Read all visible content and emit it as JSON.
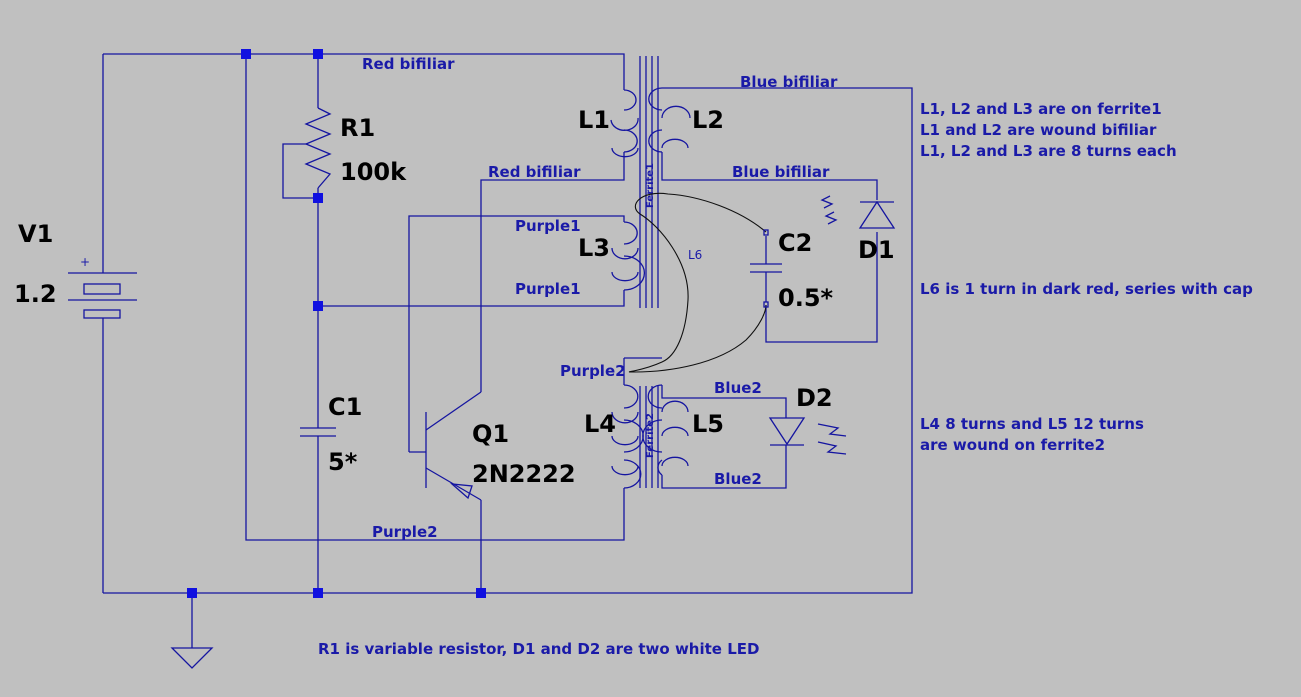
{
  "components": {
    "v1": {
      "ref": "V1",
      "value": "1.2",
      "plus": "+"
    },
    "r1": {
      "ref": "R1",
      "value": "100k"
    },
    "c1": {
      "ref": "C1",
      "value": "5*"
    },
    "c2": {
      "ref": "C2",
      "value": "0.5*"
    },
    "q1": {
      "ref": "Q1",
      "value": "2N2222"
    },
    "l1": {
      "ref": "L1"
    },
    "l2": {
      "ref": "L2"
    },
    "l3": {
      "ref": "L3"
    },
    "l4": {
      "ref": "L4"
    },
    "l5": {
      "ref": "L5"
    },
    "l6": {
      "ref": "L6"
    },
    "d1": {
      "ref": "D1"
    },
    "d2": {
      "ref": "D2"
    },
    "ferrite1": "Ferrite1",
    "ferrite2": "Ferrite2"
  },
  "nets": {
    "red_bifiliar_top": "Red  bifiliar",
    "red_bifiliar_mid": "Red  bifiliar",
    "blue_bifiliar_top": "Blue bifiliar",
    "blue_bifiliar_mid": "Blue bifiliar",
    "purple1_top": "Purple1",
    "purple1_bottom": "Purple1",
    "purple2_mid": "Purple2",
    "purple2_bottom": "Purple2",
    "blue2_top": "Blue2",
    "blue2_bottom": "Blue2"
  },
  "notes": {
    "ferrite1_line1": "L1, L2 and L3 are on ferrite1",
    "ferrite1_line2": "L1 and L2 are wound bifiliar",
    "ferrite1_line3": "L1, L2 and L3 are 8 turns each",
    "l6_note": "L6 is 1 turn in dark red, series with cap",
    "ferrite2_line1": "L4  8 turns and L5  12 turns",
    "ferrite2_line2": "are wound on ferrite2",
    "bottom_note": "R1 is variable resistor, D1 and D2 are two white LED"
  },
  "colors": {
    "background": "#c0c0c0",
    "wire": "#1515a0",
    "label": "#000000",
    "net_label": "#1a1aa8",
    "junction": "#1010e0"
  }
}
